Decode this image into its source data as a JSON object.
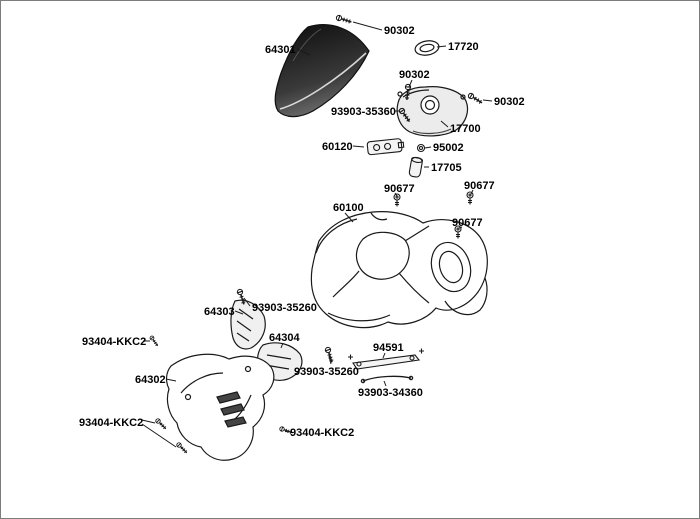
{
  "colors": {
    "background": "#ffffff",
    "line": "#1a1a1a",
    "label_text": "#000000",
    "dark_fill": "#222222"
  },
  "labels": [
    {
      "text": "90302"
    },
    {
      "text": "17720"
    },
    {
      "text": "64301"
    },
    {
      "text": "90302"
    },
    {
      "text": "90302"
    },
    {
      "text": "93903-35360"
    },
    {
      "text": "17700"
    },
    {
      "text": "60120"
    },
    {
      "text": "95002"
    },
    {
      "text": "17705"
    },
    {
      "text": "90677"
    },
    {
      "text": "90677"
    },
    {
      "text": "60100"
    },
    {
      "text": "90677"
    },
    {
      "text": "64303"
    },
    {
      "text": "93903-35260"
    },
    {
      "text": "64304"
    },
    {
      "text": "93404-KKC2"
    },
    {
      "text": "94591"
    },
    {
      "text": "64302"
    },
    {
      "text": "93903-35260"
    },
    {
      "text": "93903-34360"
    },
    {
      "text": "93404-KKC2"
    },
    {
      "text": "93404-KKC2"
    }
  ]
}
